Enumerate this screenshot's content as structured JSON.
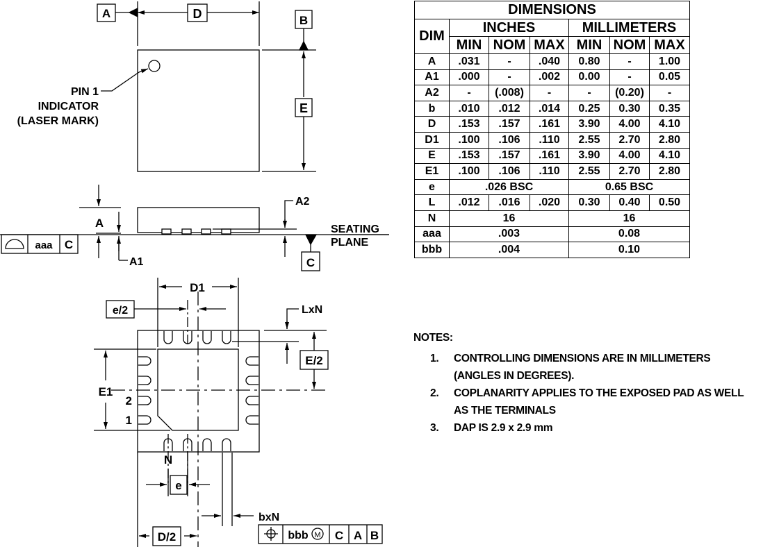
{
  "table": {
    "title": "DIMENSIONS",
    "dim_header": "DIM",
    "unit_headers": [
      "INCHES",
      "MILLIMETERS"
    ],
    "sub_headers": [
      "MIN",
      "NOM",
      "MAX",
      "MIN",
      "NOM",
      "MAX"
    ],
    "rows": [
      {
        "dim": "A",
        "in_min": ".031",
        "in_nom": "-",
        "in_max": ".040",
        "mm_min": "0.80",
        "mm_nom": "-",
        "mm_max": "1.00"
      },
      {
        "dim": "A1",
        "in_min": ".000",
        "in_nom": "-",
        "in_max": ".002",
        "mm_min": "0.00",
        "mm_nom": "-",
        "mm_max": "0.05"
      },
      {
        "dim": "A2",
        "in_min": "-",
        "in_nom": "(.008)",
        "in_max": "-",
        "mm_min": "-",
        "mm_nom": "(0.20)",
        "mm_max": "-"
      },
      {
        "dim": "b",
        "in_min": ".010",
        "in_nom": ".012",
        "in_max": ".014",
        "mm_min": "0.25",
        "mm_nom": "0.30",
        "mm_max": "0.35"
      },
      {
        "dim": "D",
        "in_min": ".153",
        "in_nom": ".157",
        "in_max": ".161",
        "mm_min": "3.90",
        "mm_nom": "4.00",
        "mm_max": "4.10"
      },
      {
        "dim": "D1",
        "in_min": ".100",
        "in_nom": ".106",
        "in_max": ".110",
        "mm_min": "2.55",
        "mm_nom": "2.70",
        "mm_max": "2.80"
      },
      {
        "dim": "E",
        "in_min": ".153",
        "in_nom": ".157",
        "in_max": ".161",
        "mm_min": "3.90",
        "mm_nom": "4.00",
        "mm_max": "4.10"
      },
      {
        "dim": "E1",
        "in_min": ".100",
        "in_nom": ".106",
        "in_max": ".110",
        "mm_min": "2.55",
        "mm_nom": "2.70",
        "mm_max": "2.80"
      }
    ],
    "span_rows": [
      {
        "dim": "e",
        "inches": ".026 BSC",
        "mm": "0.65 BSC"
      }
    ],
    "row_L": {
      "dim": "L",
      "in_min": ".012",
      "in_nom": ".016",
      "in_max": ".020",
      "mm_min": "0.30",
      "mm_nom": "0.40",
      "mm_max": "0.50"
    },
    "span_rows_2": [
      {
        "dim": "N",
        "inches": "16",
        "mm": "16"
      },
      {
        "dim": "aaa",
        "inches": ".003",
        "mm": "0.08"
      },
      {
        "dim": "bbb",
        "inches": ".004",
        "mm": "0.10"
      }
    ]
  },
  "notes": {
    "header": "NOTES:",
    "items": [
      {
        "num": "1.",
        "text": "CONTROLLING DIMENSIONS ARE IN MILLIMETERS (ANGLES IN DEGREES)."
      },
      {
        "num": "2.",
        "text": "COPLANARITY APPLIES TO THE EXPOSED PAD AS WELL AS THE TERMINALS"
      },
      {
        "num": "3.",
        "text": "DAP IS 2.9 x 2.9 mm"
      }
    ]
  },
  "top_view": {
    "datum_a": "A",
    "datum_b": "B",
    "dim_d": "D",
    "dim_e": "E",
    "pin1_label": [
      "PIN 1",
      "INDICATOR",
      "(LASER MARK)"
    ]
  },
  "side_view": {
    "dim_a": "A",
    "dim_a1": "A1",
    "dim_a2": "A2",
    "seating_plane": [
      "SEATING",
      "PLANE"
    ],
    "datum_c": "C",
    "flatness_frame": {
      "tolerance": "aaa",
      "datum": "C"
    }
  },
  "bottom_view": {
    "dim_d1": "D1",
    "dim_e_half": "e/2",
    "dim_lxn": "LxN",
    "dim_e_cap_half": "E/2",
    "dim_e1": "E1",
    "pin_2": "2",
    "pin_1": "1",
    "pin_n": "N",
    "dim_e": "e",
    "dim_bxn": "bxN",
    "dim_d_half": "D/2",
    "position_frame": {
      "tolerance": "bbb",
      "modifier": "M",
      "datums": [
        "C",
        "A",
        "B"
      ]
    }
  }
}
